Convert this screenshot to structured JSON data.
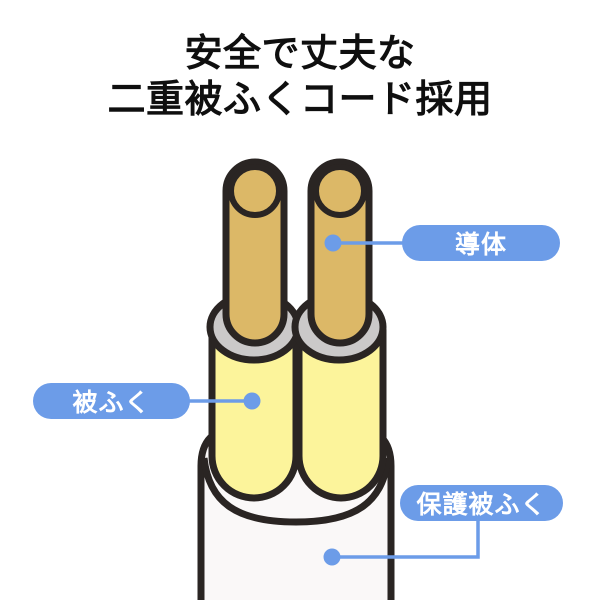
{
  "title": {
    "line1": "安全で丈夫な",
    "line2": "二重被ふくコード採用"
  },
  "labels": {
    "conductor": "導体",
    "sheath": "被ふく",
    "protective_sheath": "保護被ふく"
  },
  "colors": {
    "callout_blue": "#6c9ce8",
    "conductor_tan": "#dcb867",
    "insulation_yellow": "#fcf49b",
    "cut_gray": "#cbc9c9",
    "outer_sheath_white": "#faf8f8",
    "outline_black": "#2a2523",
    "label_text_white": "#ffffff",
    "title_text": "#0f0f0f",
    "background": "#ffffff"
  }
}
